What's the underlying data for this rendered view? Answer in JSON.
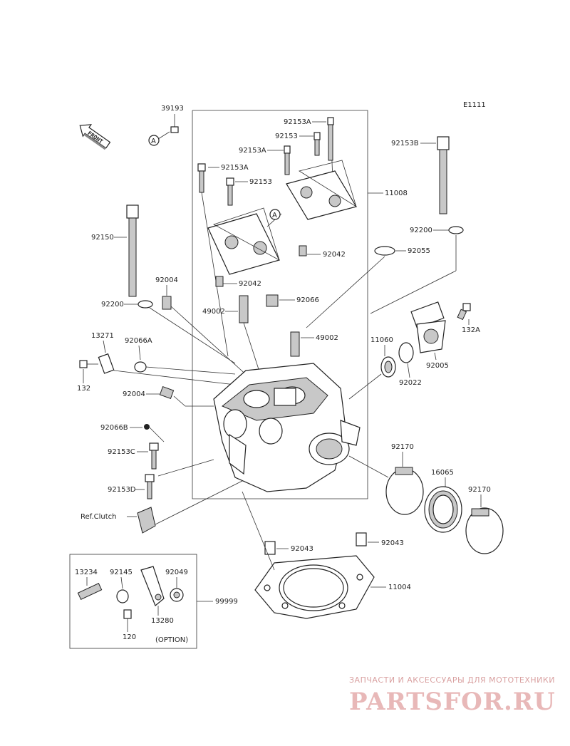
{
  "diagram_code": "E1111",
  "front_label": "FRONT",
  "ref_mark": "A",
  "labels": {
    "l39193": "39193",
    "l92153A_1": "92153A",
    "l92153_1": "92153",
    "l92153A_2": "92153A",
    "l92153A_3": "92153A",
    "l92153_2": "92153",
    "l11008": "11008",
    "l92153B": "92153B",
    "l92150": "92150",
    "l92200_1": "92200",
    "l92200_2": "92200",
    "l92055": "92055",
    "l92042_1": "92042",
    "l92042_2": "92042",
    "l92004_1": "92004",
    "l92066": "92066",
    "l49002_1": "49002",
    "l49002_2": "49002",
    "l132A": "132A",
    "l13271": "13271",
    "l92066A": "92066A",
    "l132": "132",
    "l11060": "11060",
    "l92005": "92005",
    "l92022": "92022",
    "l92004_2": "92004",
    "l92066B": "92066B",
    "l92153C": "92153C",
    "l92153D": "92153D",
    "l92170_1": "92170",
    "l16065": "16065",
    "l92170_2": "92170",
    "lRefClutch": "Ref.Clutch",
    "l92043_1": "92043",
    "l92043_2": "92043",
    "l11004": "11004",
    "l13234": "13234",
    "l92145": "92145",
    "l92049": "92049",
    "l99999": "99999",
    "l13280": "13280",
    "l120": "120",
    "lOption": "(OPTION)"
  },
  "watermark": {
    "tagline": "ЗАПЧАСТИ И АКСЕССУАРЫ ДЛЯ МОТОТЕХНИКИ",
    "logo": "PARTSFOR.RU"
  }
}
